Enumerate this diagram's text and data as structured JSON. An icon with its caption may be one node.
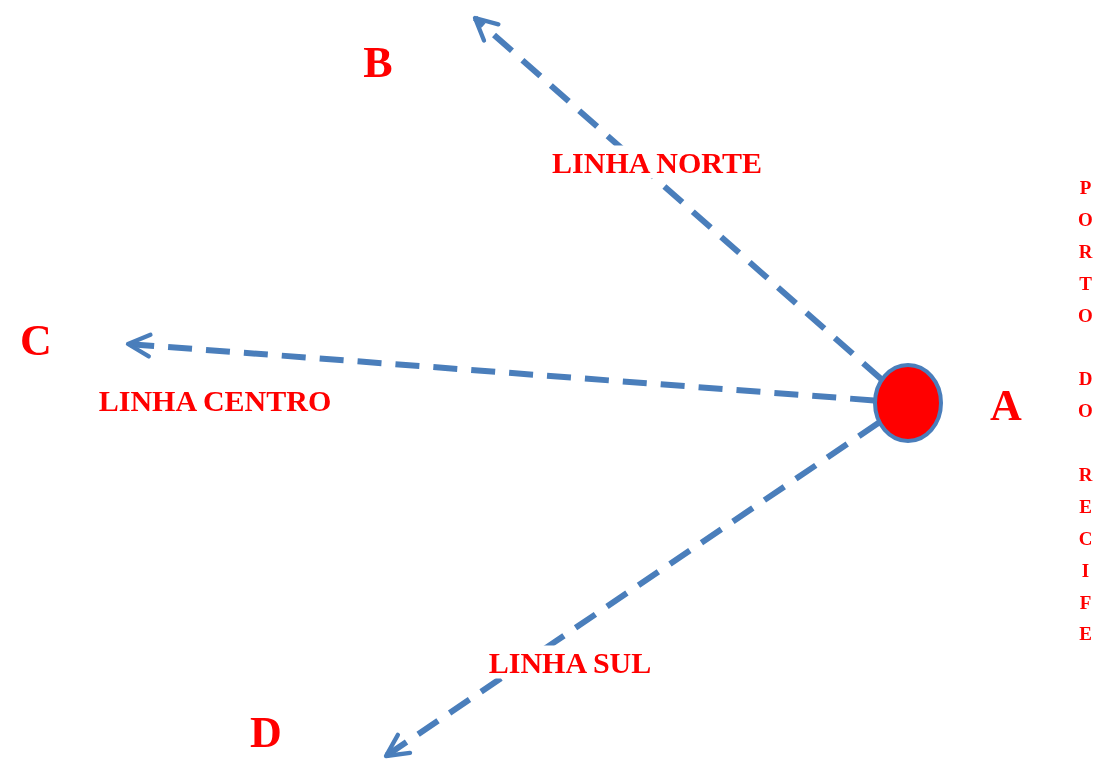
{
  "diagram": {
    "nodes": [
      {
        "text": [],
        "shape": "circle",
        "beside": [
          "A"
        ]
      },
      {
        "text": [
          "B"
        ]
      },
      {
        "text": [
          "C"
        ]
      },
      {
        "text": [
          "D"
        ]
      }
    ],
    "edges": [
      {
        "from": 0,
        "to": 1,
        "arrow": "to",
        "label": "LINHA NORTE",
        "style": "dashed"
      },
      {
        "from": 0,
        "to": 2,
        "arrow": "to",
        "label": "LINHA CENTRO",
        "style": "dashed"
      },
      {
        "from": 0,
        "to": 3,
        "arrow": "to",
        "label": "LINHA SUL",
        "style": "dashed"
      }
    ],
    "labels": [
      "PORTO DO RECIFE"
    ]
  }
}
